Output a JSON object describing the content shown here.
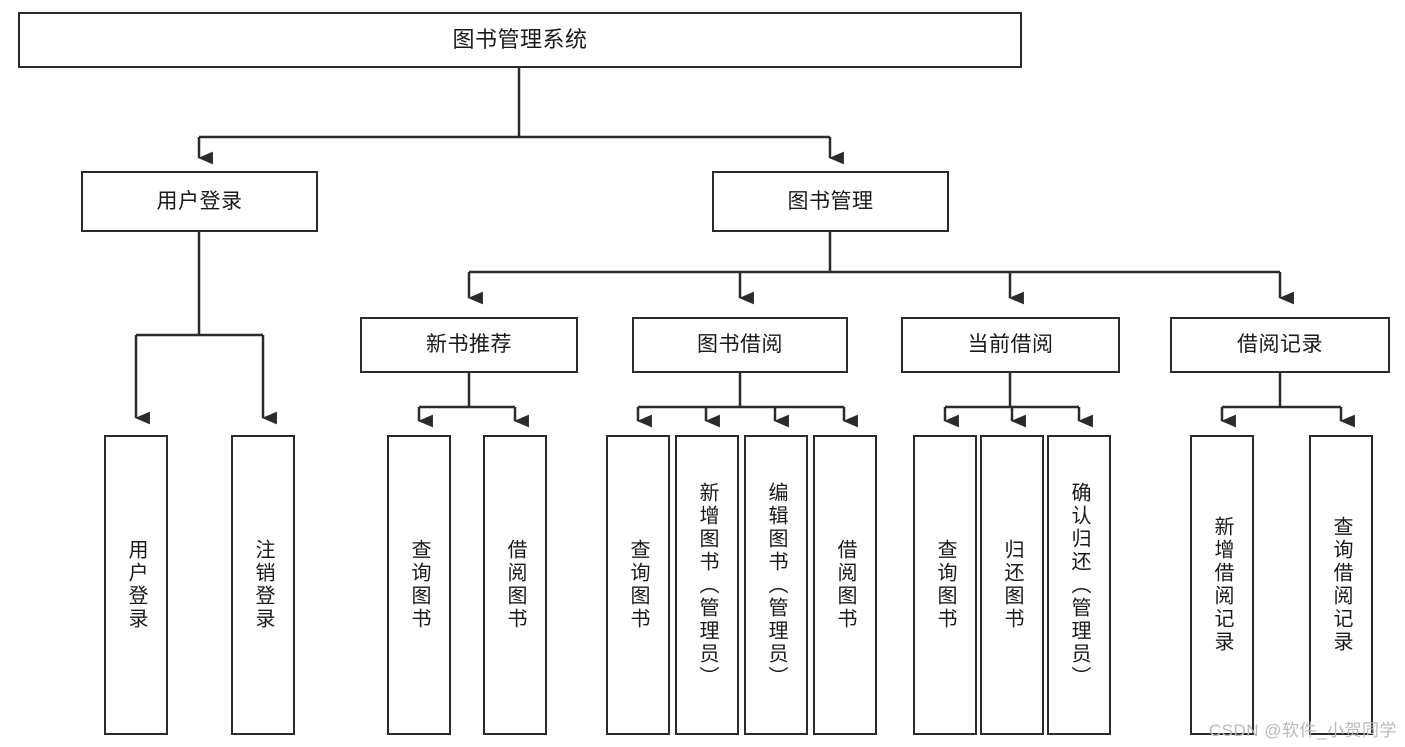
{
  "diagram": {
    "type": "tree-hierarchy",
    "title": "图书管理系统",
    "watermark": "CSDN @软件_小贺同学",
    "colors": {
      "stroke": "#2b2b2b",
      "fill": "#ffffff",
      "text": "#1a1a1a",
      "watermark": "#b9b9b9"
    },
    "root": {
      "id": "root",
      "label": "图书管理系统",
      "orientation": "horizontal"
    },
    "level2": [
      {
        "id": "user-login",
        "label": "用户登录",
        "orientation": "horizontal"
      },
      {
        "id": "book-manage",
        "label": "图书管理",
        "orientation": "horizontal"
      }
    ],
    "level3": [
      {
        "id": "new-book-rec",
        "label": "新书推荐",
        "orientation": "horizontal",
        "parent": "book-manage"
      },
      {
        "id": "book-borrow",
        "label": "图书借阅",
        "orientation": "horizontal",
        "parent": "book-manage"
      },
      {
        "id": "current-borrow",
        "label": "当前借阅",
        "orientation": "horizontal",
        "parent": "book-manage"
      },
      {
        "id": "borrow-record",
        "label": "借阅记录",
        "orientation": "horizontal",
        "parent": "book-manage"
      }
    ],
    "leaves": [
      {
        "id": "leaf-user-login",
        "label": "用户登录",
        "parent": "user-login"
      },
      {
        "id": "leaf-logout",
        "label": "注销登录",
        "parent": "user-login"
      },
      {
        "id": "leaf-query-book-1",
        "label": "查询图书",
        "parent": "new-book-rec"
      },
      {
        "id": "leaf-borrow-book-1",
        "label": "借阅图书",
        "parent": "new-book-rec"
      },
      {
        "id": "leaf-query-book-2",
        "label": "查询图书",
        "parent": "book-borrow"
      },
      {
        "id": "leaf-add-book",
        "label": "新增图书（管理员）",
        "parent": "book-borrow"
      },
      {
        "id": "leaf-edit-book",
        "label": "编辑图书（管理员）",
        "parent": "book-borrow"
      },
      {
        "id": "leaf-borrow-book-2",
        "label": "借阅图书",
        "parent": "book-borrow"
      },
      {
        "id": "leaf-query-book-3",
        "label": "查询图书",
        "parent": "current-borrow"
      },
      {
        "id": "leaf-return-book",
        "label": "归还图书",
        "parent": "current-borrow"
      },
      {
        "id": "leaf-confirm-return",
        "label": "确认归还（管理员）",
        "parent": "current-borrow"
      },
      {
        "id": "leaf-add-record",
        "label": "新增借阅记录",
        "parent": "borrow-record"
      },
      {
        "id": "leaf-query-record",
        "label": "查询借阅记录",
        "parent": "borrow-record"
      }
    ]
  }
}
